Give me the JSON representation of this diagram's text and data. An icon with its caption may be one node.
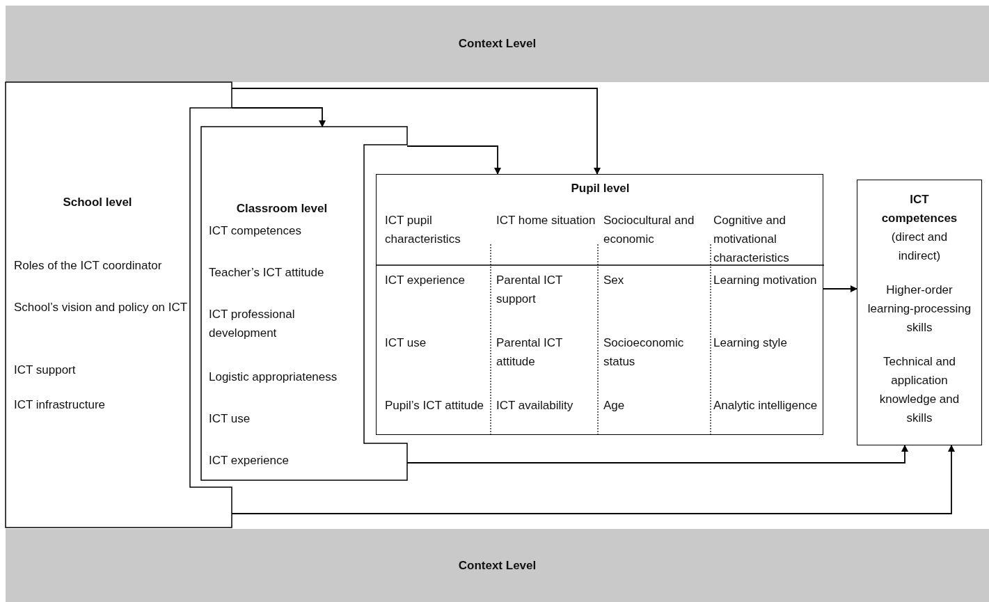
{
  "diagram": {
    "nodes": [
      {
        "text": [
          "Context Level"
        ]
      },
      {
        "text": [
          "School level",
          "Roles of the ICT coordinator",
          "School’s vision and policy on ICT",
          "ICT support",
          "ICT infrastructure"
        ]
      },
      {
        "text": [
          "Classroom level",
          "ICT competences",
          "Teacher’s ICT attitude",
          "ICT  professional development",
          "Logistic appropriateness",
          "ICT use",
          "ICT experience"
        ]
      },
      {
        "text": [
          "Pupil level",
          "ICT pupil characteristics",
          "ICT home situation",
          "Sociocultural and economic",
          "Cognitive and motivational characteristics",
          "ICT experience",
          "Parental ICT support",
          "Sex",
          "Learning motivation",
          "ICT use",
          "Parental ICT attitude",
          "Socioeconomic status",
          "Learning style",
          "Pupil’s ICT attitude",
          "ICT availability",
          "Age",
          "Analytic intelligence"
        ]
      },
      {
        "text": [
          "ICT competences",
          "(direct and indirect)",
          "Higher-order learning-processing skills",
          "Technical and application knowledge and skills"
        ]
      },
      {
        "text": [
          "Context Level"
        ]
      }
    ],
    "edges": [
      {
        "from": 1,
        "to": 2,
        "arrow": "to"
      },
      {
        "from": 1,
        "to": 3,
        "arrow": "to"
      },
      {
        "from": 2,
        "to": 3,
        "arrow": "to"
      },
      {
        "from": 3,
        "to": 4,
        "arrow": "to"
      },
      {
        "from": 2,
        "to": 4,
        "arrow": "to"
      },
      {
        "from": 1,
        "to": 4,
        "arrow": "to"
      }
    ]
  }
}
